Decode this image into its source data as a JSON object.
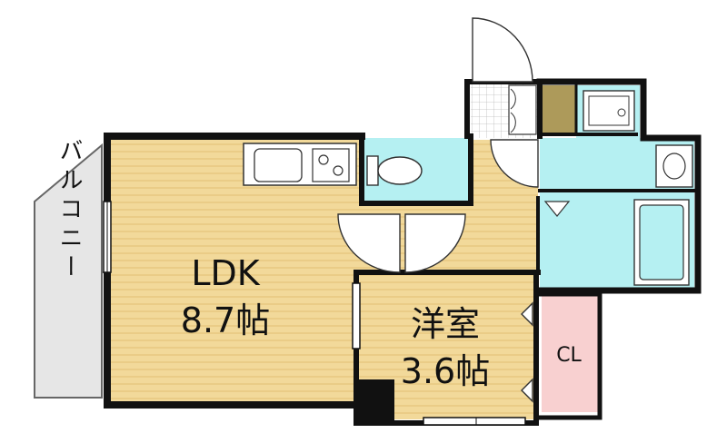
{
  "rooms": {
    "ldk": {
      "name": "LDK",
      "size": "8.7帖"
    },
    "western_room": {
      "name": "洋室",
      "size": "3.6帖"
    },
    "closet": {
      "name": "CL"
    },
    "balcony": {
      "name": "バルコニー"
    }
  },
  "colors": {
    "floor_wood": "#f2d99a",
    "floor_stripe": "#e6c77f",
    "wet_area": "#b5f0f2",
    "closet": "#f8d0d0",
    "balcony": "#e6e6e6",
    "storage": "#ad9a5a",
    "wall": "#111111"
  }
}
